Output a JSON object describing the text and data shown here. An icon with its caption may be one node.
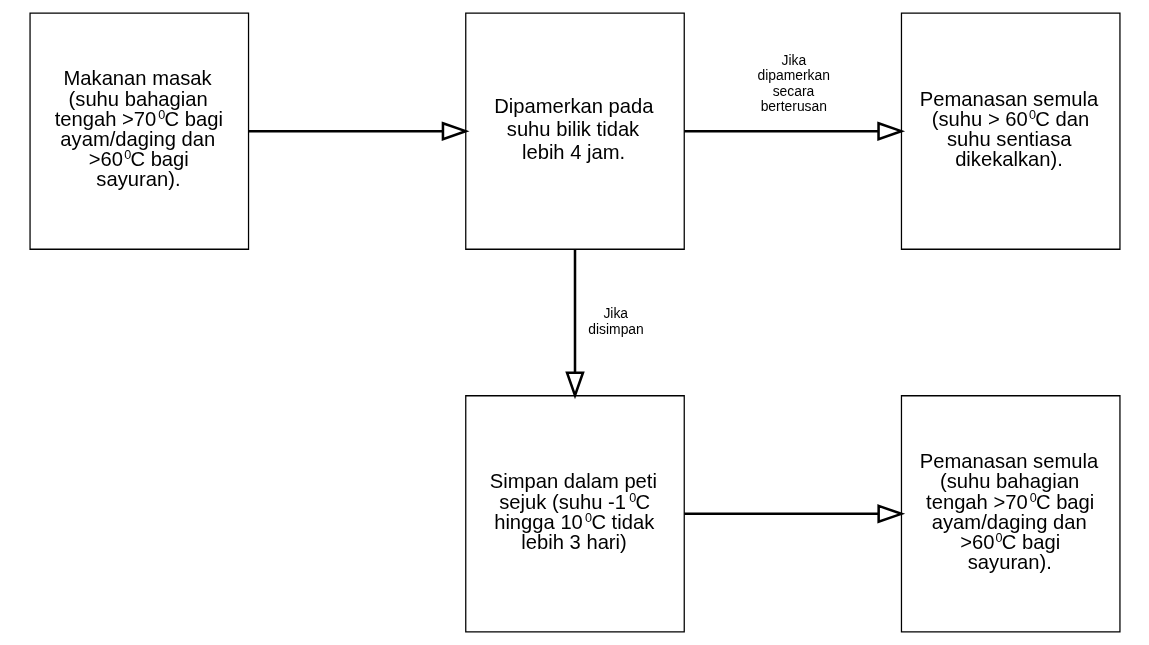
{
  "diagram": {
    "nodes": [
      {
        "text": [
          "Makanan masak (suhu bahagian tengah >70$^{0}$C bagi ayam/daging dan >60$^{0}$C bagi sayuran)."
        ]
      },
      {
        "text": [
          "Dipamerkan pada suhu bilik tidak lebih 4 jam."
        ]
      },
      {
        "text": [
          "Pemanasan semula (suhu > 60$^{0}$C dan suhu sentiasa dikekalkan)."
        ]
      },
      {
        "text": [
          "Simpan dalam peti sejuk (suhu -1$^{0}$C hingga 10$^{0}$C tidak lebih 3 hari)"
        ]
      },
      {
        "text": [
          "Pemanasan semula (suhu bahagian tengah >70$^{0}$C bagi ayam/daging dan >60$^{0}$C bagi sayuran)."
        ]
      }
    ],
    "edges": [
      {
        "from": 0,
        "to": 1,
        "arrow": "to"
      },
      {
        "from": 1,
        "to": 2,
        "arrow": "to",
        "label": "Jika dipamerkan secara berterusan"
      },
      {
        "from": 1,
        "to": 3,
        "arrow": "to",
        "label": "Jika disimpan"
      },
      {
        "from": 3,
        "to": 4,
        "arrow": "to"
      }
    ]
  }
}
